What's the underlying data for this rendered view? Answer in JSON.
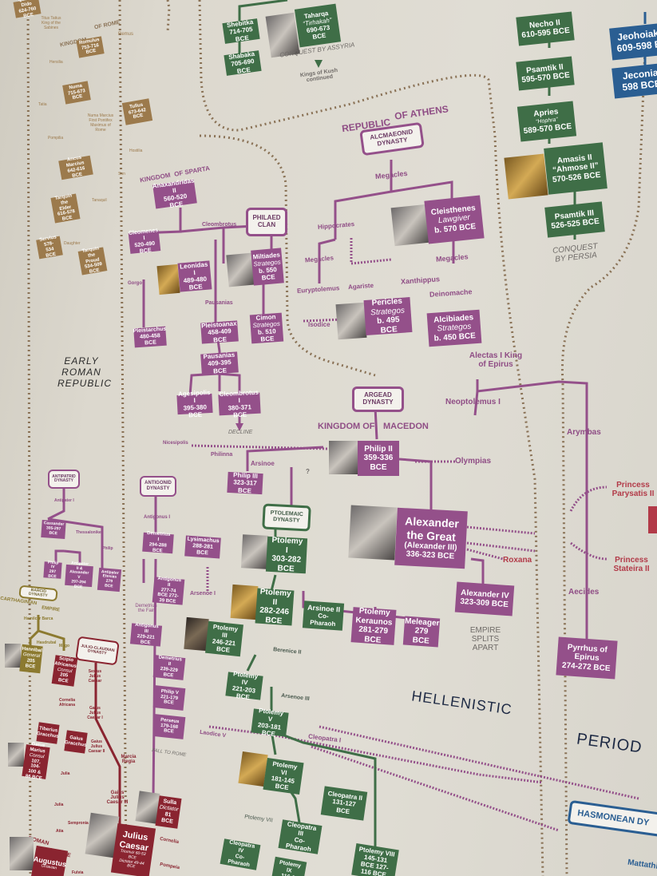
{
  "poster": {
    "eras": {
      "early_roman_republic": "EARLY ROMAN REPUBLIC",
      "hellenistic": "HELLENISTIC",
      "period": "PERIOD"
    },
    "kingdom_labels": {
      "kingdom_of_rome_a": "KINGDOM",
      "kingdom_of_rome_b": "OF ROME",
      "kingdom_of_sparta_a": "KINGDOM",
      "kingdom_of_sparta_b": "OF SPARTA",
      "republic_of_athens_a": "REPUBLIC",
      "republic_of_athens_b": "OF ATHENS",
      "kingdom_of_macedon_a": "KINGDOM OF",
      "kingdom_of_macedon_b": "MACEDON",
      "carthaginian_empire_a": "CARTHAGINIAN",
      "carthaginian_empire_b": "EMPIRE",
      "roman_empire_a": "ROMAN",
      "roman_empire_b": "EMPIRE"
    },
    "dynasties": {
      "alcmaeonid": "ALCMAEONID DYNASTY",
      "philaed": "PHILAED CLAN",
      "argead": "ARGEAD DYNASTY",
      "antipatrid": "ANTIPATRID DYNASTY",
      "antigonid": "ANTIGONID DYNASTY",
      "ptolemaic": "PTOLEMAIC DYNASTY",
      "barcid": "BARCID DYNASTY",
      "julio_claudian": "JULIO-CLAUDIAN DYNASTY",
      "hasmonean": "HASMONEAN DY"
    },
    "rome": {
      "queen_dido": {
        "name": "Queen Dido",
        "dates": "624-760 BCE"
      },
      "titus_tatius": "Titus Tatius King of the Sabines",
      "romulus": {
        "name": "Romulus",
        "dates": "753-716 BCE"
      },
      "remus": "Remus",
      "hersilia": "Hersilia",
      "numa": {
        "name": "Numa",
        "dates": "715-673 BCE"
      },
      "tatia": "Tatia",
      "numa_marcius": "Numa Marcius First Pontifex Maximus of Rome",
      "tullus": {
        "name": "Tullus",
        "dates": "673-642 BCE"
      },
      "pompilia": "Pompilia",
      "ancus": {
        "name": "Ancus Marcius",
        "dates": "642-616 BCE"
      },
      "hostilia": "Hostilia",
      "son": "Son",
      "tarquin_elder": {
        "name": "Tarquin the Elder",
        "dates": "616-578 BCE"
      },
      "tanaquil": "Tanaquil",
      "servius": {
        "name": "Servius",
        "dates": "578-534 BCE"
      },
      "daughter": "Daughter",
      "tarquin_proud": {
        "name": "Tarquin the Proud",
        "dates": "534-509 BCE"
      }
    },
    "kush": {
      "shebitka": {
        "name": "Shebitka",
        "dates": "714-705 BCE"
      },
      "shabaka": {
        "name": "Shabaka",
        "dates": "705-690 BCE"
      },
      "taharqa": {
        "name": "Taharqa",
        "alt": "“Tirhakah”",
        "dates": "690-673 BCE"
      },
      "conquest_assyria": "CONQUEST BY ASSYRIA",
      "kings_continued": "Kings of Kush continued"
    },
    "egypt": {
      "necho": {
        "name": "Necho II",
        "dates": "610-595 BCE"
      },
      "psamtik2": {
        "name": "Psamtik II",
        "dates": "595-570 BCE"
      },
      "apries": {
        "name": "Apries",
        "alt": "“Hophra”",
        "dates": "589-570 BCE"
      },
      "amasis": {
        "name": "Amasis II",
        "alt": "“Ahmose II”",
        "dates": "570-526 BCE"
      },
      "psamtik3": {
        "name": "Psamtik III",
        "dates": "526-525 BCE"
      },
      "conquest_persia": "CONQUEST BY PERSIA"
    },
    "judah": {
      "jehoiakim": {
        "name": "Jeohoiak",
        "dates": "609-598 B"
      },
      "jeconiah": {
        "name": "Jeconia",
        "dates": "598 BCE"
      }
    },
    "sparta": {
      "anaxandridas": {
        "name": "Anaxandridas II",
        "dates": "560-520 BCE"
      },
      "cleomenes": {
        "name": "Cleomenes I",
        "dates": "520-490 BCE"
      },
      "cleombrotus_label": "Cleombrotus",
      "leonidas": {
        "name": "Leonidas I",
        "dates": "489-480 BCE"
      },
      "gorgo": "Gorgo",
      "pausanias_label": "Pausanias",
      "pleistarchus": {
        "name": "Pleistarchus",
        "dates": "480-458 BCE"
      },
      "pleistoanax": {
        "name": "Pleistoanax",
        "dates": "458-409 BCE"
      },
      "pausanias": {
        "name": "Pausanias",
        "dates": "409-395 BCE"
      },
      "agesipolis": {
        "name": "Agesipolis I",
        "dates": "395-380 BCE"
      },
      "cleombrotus1": {
        "name": "Cleombrotus I",
        "dates": "380-371 BCE"
      },
      "decline": "DECLINE"
    },
    "athens": {
      "miltiades": {
        "name": "Miltiades",
        "role": "Strategos",
        "dates": "b. 550 BCE"
      },
      "cimon": {
        "name": "Cimon",
        "role": "Strategos",
        "dates": "b. 510 BCE"
      },
      "isodice": "Isodice",
      "megacles1": "Megacles",
      "cleisthenes": {
        "name": "Cleisthenes",
        "role": "Lawgiver",
        "dates": "b. 570 BCE"
      },
      "hippocrates": "Hippocrates",
      "megacles2": "Megacles",
      "megacles3": "Megacles",
      "euryptolemus": "Euryptolemus",
      "agariste": "Agariste",
      "xanthippus": "Xanthippus",
      "deinomache": "Deinomache",
      "pericles": {
        "name": "Pericles",
        "role": "Strategos",
        "dates": "b. 495 BCE"
      },
      "alcibiades": {
        "name": "Alcibiades",
        "role": "Strategos",
        "dates": "b. 450 BCE"
      }
    },
    "epirus": {
      "alectas": "Alectas I King of Epirus",
      "neoptolemus": "Neoptolemus I",
      "arymbas": "Arymbas",
      "olympias": "Olympias",
      "aecides": "Aecides",
      "pyrrhus": {
        "name": "Pyrrhus of Epirus",
        "dates": "274-272 BCE"
      }
    },
    "macedon": {
      "nicesipolis": "Nicesipolis",
      "philinna": "Philinna",
      "arsinoe": "Arsinoe",
      "question": "?",
      "philip2": {
        "name": "Philip II",
        "dates": "359-336 BCE"
      },
      "philip3": {
        "name": "Philip III",
        "dates": "323-317 BCE"
      },
      "alexander": {
        "name": "Alexander the Great",
        "alt": "(Alexander III)",
        "dates": "336-323 BCE"
      },
      "roxana": "Roxana",
      "alexander4": {
        "name": "Alexander IV",
        "dates": "323-309 BCE"
      },
      "empire_splits": "EMPIRE SPLITS APART",
      "parysatis": "Princess Parysatis II",
      "stateira": "Princess Stateira II"
    },
    "antipatrid": {
      "antipater": "Antipater I",
      "cassander": {
        "name": "Cassander",
        "dates": "305-297 BCE"
      },
      "thessalonike": "Thessalonike",
      "philip_label": "Philip",
      "philip4": {
        "name": "Philip IV",
        "dates": "297 BCE"
      },
      "antipater2": {
        "name": "Antipater II & Alexander V",
        "dates": "297-294 BCE"
      },
      "antipater_etesias": {
        "name": "Antipater Etesias",
        "dates": "279 BCE"
      }
    },
    "antigonid": {
      "antigonus1": "Antigonus I",
      "demetrius1": {
        "name": "Demetrius I",
        "dates": "294-288 BCE"
      },
      "lysimachus": {
        "name": "Lysimachus",
        "dates": "288-281 BCE"
      },
      "antigonus2": {
        "name": "Antigonus II",
        "dates": "277-74 BCE 272-39 BCE"
      },
      "arsenoe1": "Arsenoe I",
      "demetrius_fair": "Demetrius the Fair",
      "antigonus3": {
        "name": "Antigonus III",
        "dates": "229-221 BCE"
      },
      "demetrius2": {
        "name": "Demetrius II",
        "dates": "239-229 BCE"
      },
      "philip5": {
        "name": "Philip V",
        "dates": "221-179 BCE"
      },
      "perseus": {
        "name": "Perseus",
        "dates": "179-168 BCE"
      },
      "laodice": "Laodice V",
      "fall_rome": "FALL TO ROME"
    },
    "ptolemaic": {
      "ptolemy1": {
        "name": "Ptolemy I",
        "dates": "303-282 BCE"
      },
      "ptolemy2": {
        "name": "Ptolemy II",
        "dates": "282-246 BCE"
      },
      "arsinoe2": {
        "name": "Arsinoe II",
        "role": "Co-Pharaoh"
      },
      "keraunos": {
        "name": "Ptolemy Keraunos",
        "dates": "281-279 BCE"
      },
      "meleager": {
        "name": "Meleager",
        "dates": "279 BCE"
      },
      "ptolemy3": {
        "name": "Ptolemy III",
        "dates": "246-221 BCE"
      },
      "berenice": "Berenice II",
      "ptolemy4": {
        "name": "Ptolemy IV",
        "dates": "221-203 BCE"
      },
      "arsenoe3": "Arsenoe III",
      "ptolemy5": {
        "name": "Ptolemy V",
        "dates": "203-181 BCE"
      },
      "cleopatra1": "Cleopatra I",
      "ptolemy6": {
        "name": "Ptolemy VI",
        "dates": "181-145 BCE"
      },
      "cleopatra2": {
        "name": "Cleopatra II",
        "dates": "131-127 BCE"
      },
      "ptolemy7": "Ptolemy VII",
      "cleopatra3": {
        "name": "Cleopatra III",
        "role": "Co-Pharaoh"
      },
      "cleopatra4": {
        "name": "Cleopatra IV",
        "role": "Co-Pharaoh"
      },
      "ptolemy8": {
        "name": "Ptolemy VIII",
        "dates": "145-131 BCE 127-116 BCE"
      },
      "ptolemy9": {
        "name": "Ptolemy IX",
        "dates": "116-1"
      }
    },
    "carthage": {
      "hamilcar": "Hamilcar Barca",
      "hasdrubal": "Hasdrubal",
      "mago": "Mago",
      "hannibal": {
        "name": "Hannibal",
        "role": "General",
        "dates": "205 BCE"
      }
    },
    "roman_republic": {
      "scipio": {
        "name": "Scipio Africanus",
        "role": "Consul",
        "dates": "205 BCE"
      },
      "cornelia_africana": "Cornelia Africana",
      "tiberius": {
        "name": "Tiberius Gracchus"
      },
      "gaius_gracchus": {
        "name": "Gaius Gracchus"
      },
      "sextus": "Sextus Julius Caesar",
      "gaius_caesar1": "Gaius Julius Caesar I",
      "gaius_caesar2": "Gaius Julius Caesar II",
      "marcia": "Marcia Regia",
      "gaius_marius": {
        "name": "Gaius Marius",
        "role": "Consul",
        "dates": "107, 104-100 & 86 BCE"
      },
      "julia": "Julia",
      "gaius_caesar3": "Gaius Julius Caesar III",
      "julia2": "Julia",
      "sempronia": "Sempronia",
      "atia": "Atia",
      "sulla": {
        "name": "Sulla",
        "role": "Dictator",
        "dates": "81 BCE"
      },
      "cornelia": "Cornelia",
      "julius_caesar": {
        "name": "Julius Caesar",
        "role1": "Triumvir 60-53 BCE",
        "role2": "Dictator 49-44 BCE"
      },
      "pompeia": "Pompeia",
      "fulvia": "Fulvia",
      "augustus": {
        "name": "Augustus",
        "role": "Octavian"
      }
    },
    "hasmonean": {
      "mattathias": "Mattathias"
    }
  }
}
